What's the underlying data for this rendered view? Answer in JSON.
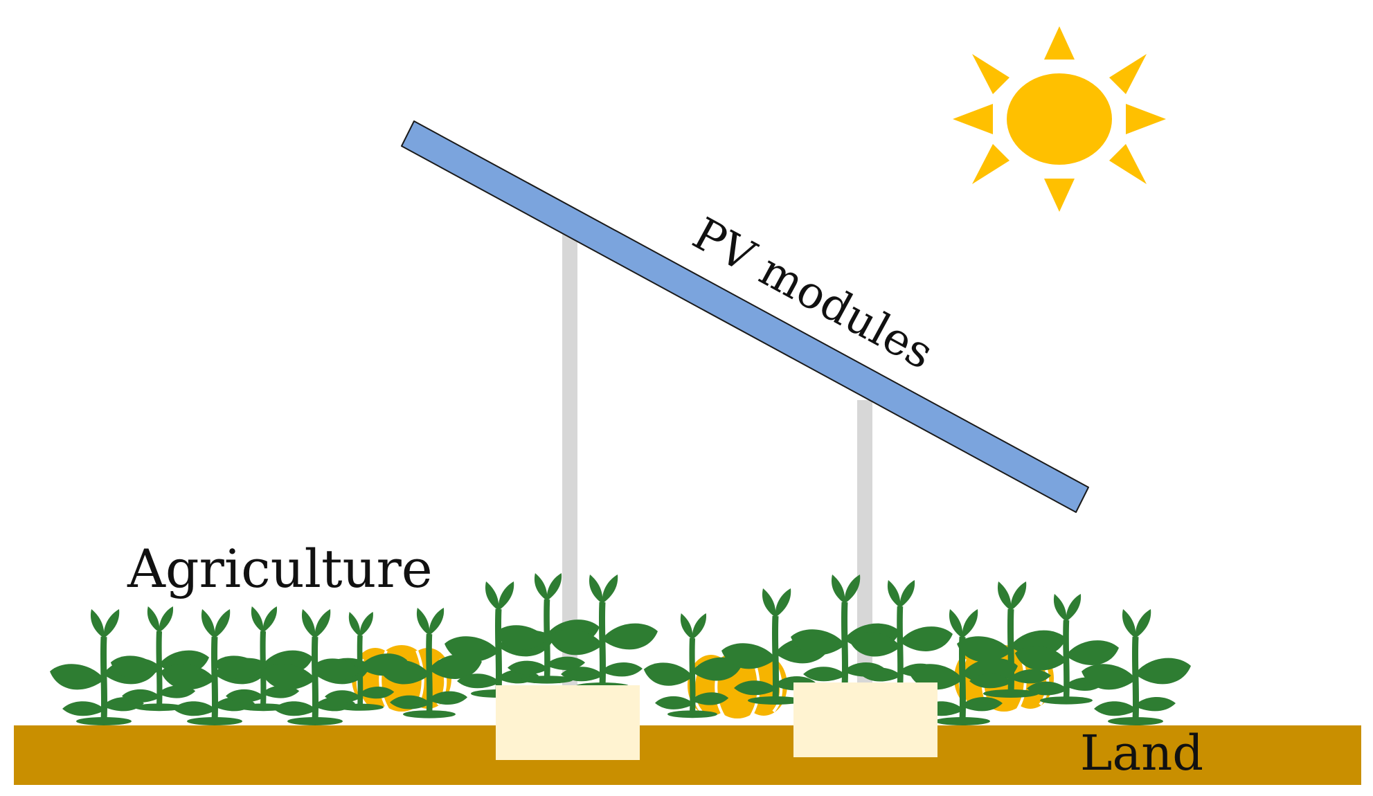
{
  "labels": {
    "pv_modules": "PV modules",
    "agriculture": "Agriculture",
    "land": "Land"
  },
  "colors": {
    "background": "#ffffff",
    "land": "#C98F00",
    "pv_panel": "#7BA4DD",
    "pv_panel_outline": "#1a1a1a",
    "support_pole": "#D7D7D7",
    "foundation_block": "#FFF3D1",
    "sun": "#FFC000",
    "plant": "#2E7D32",
    "pumpkin": "#F6B400"
  },
  "icons": {
    "sun": "sun-icon",
    "plant": "plant-icon",
    "pumpkin": "pumpkin-icon"
  }
}
